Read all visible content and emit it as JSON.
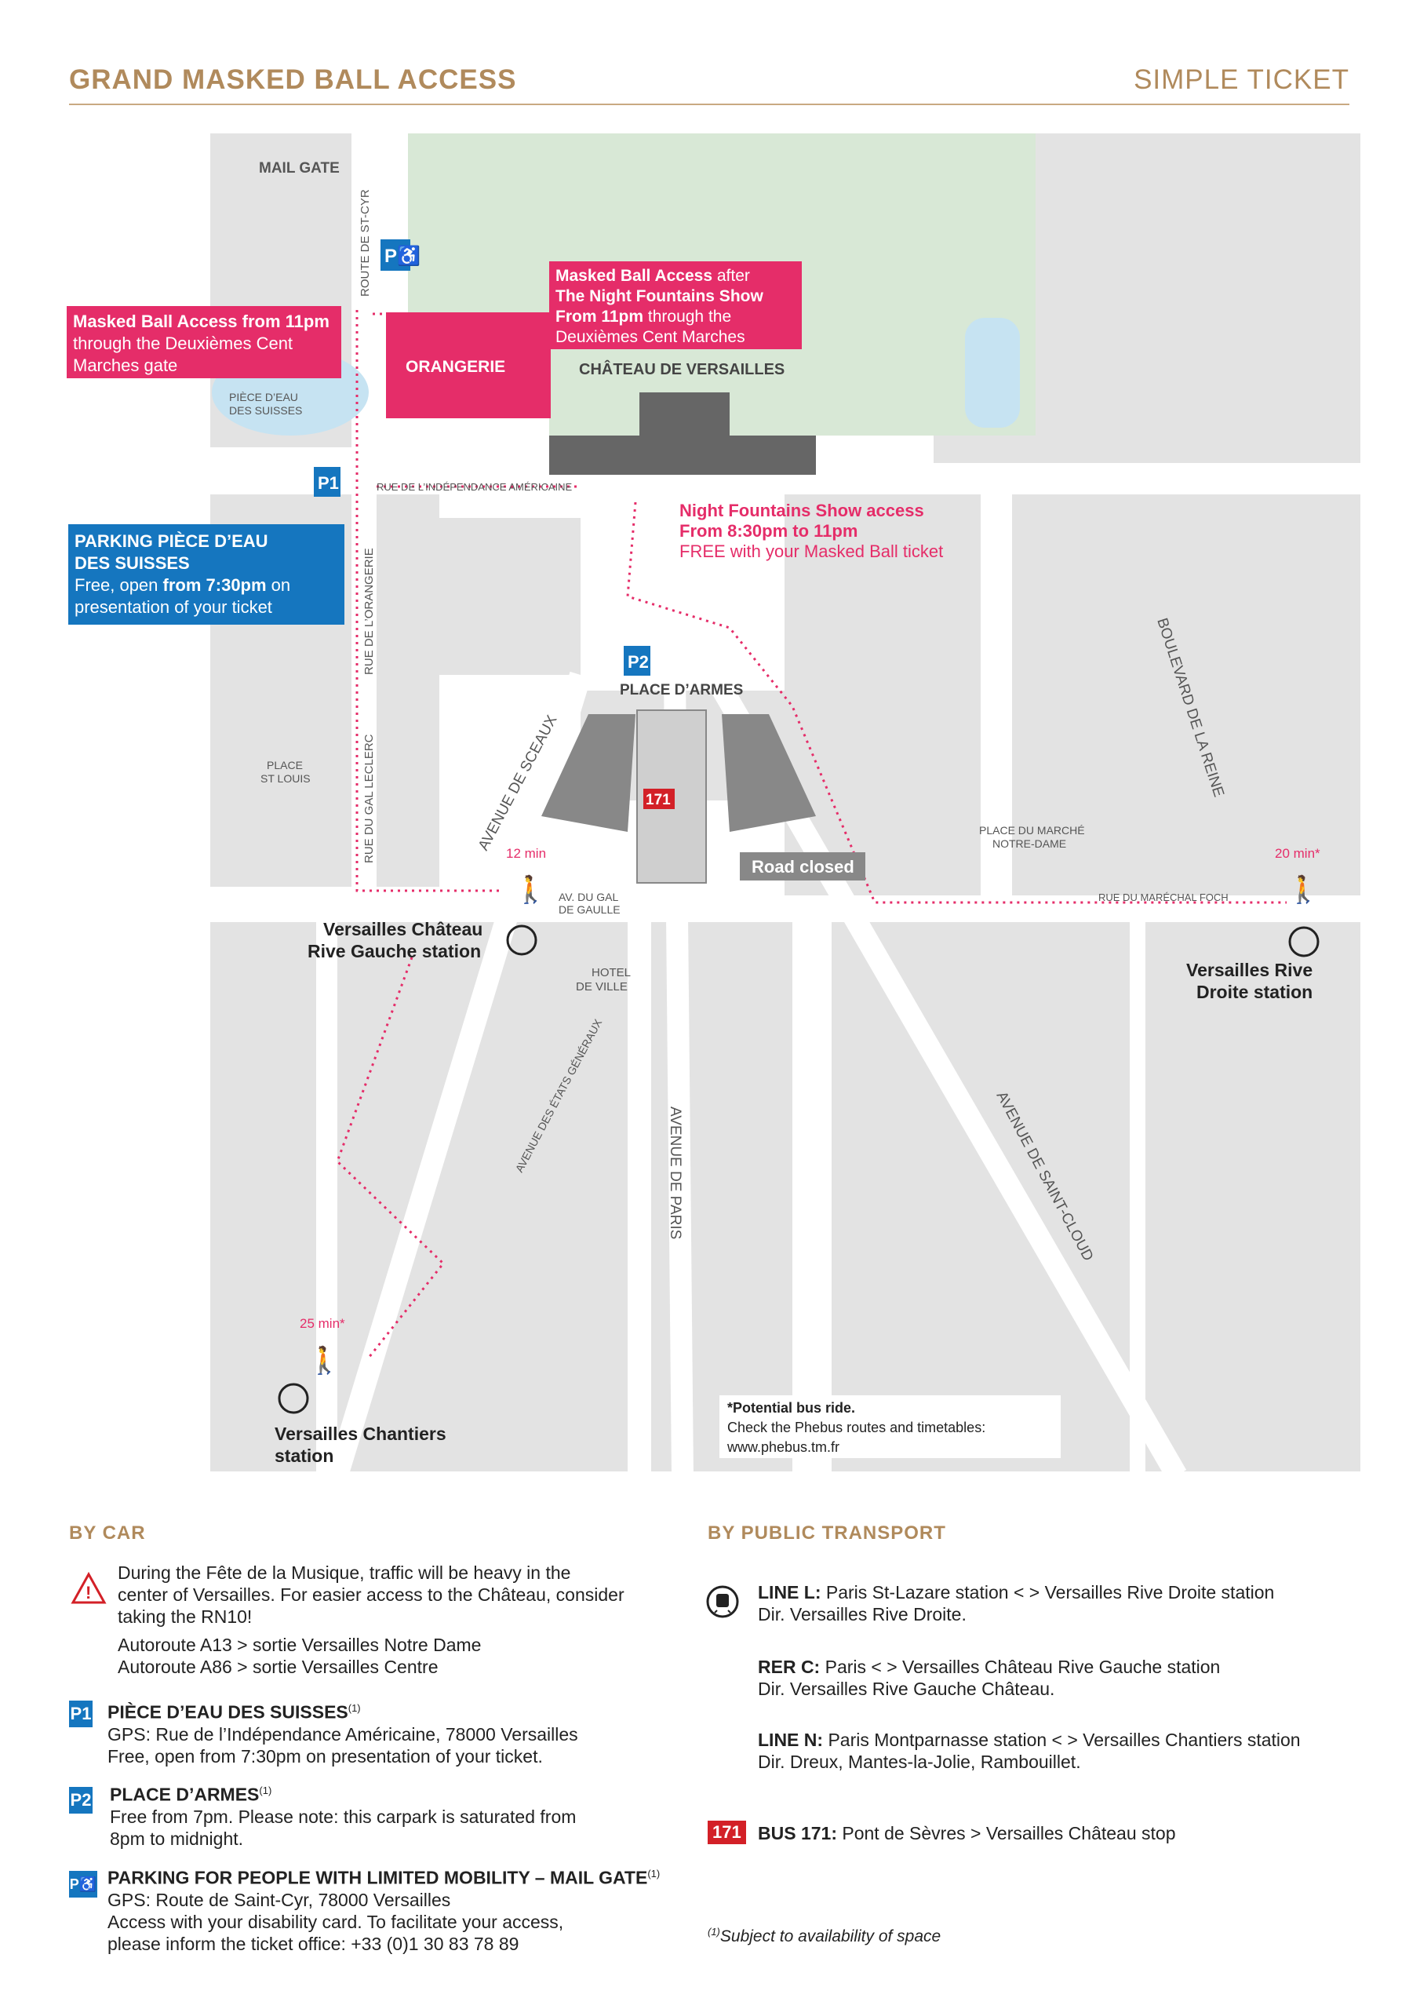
{
  "header": {
    "title": "GRAND MASKED BALL ACCESS",
    "ticket_type": "SIMPLE TICKET"
  },
  "map": {
    "labels": {
      "mail_gate": "MAIL GATE",
      "route_st_cyr": "ROUTE DE ST-CYR",
      "orangerie": "ORANGERIE",
      "chateau": "CHÂTEAU DE VERSAILLES",
      "piece_eau_1": "PIÈCE D’EAU",
      "piece_eau_2": "DES SUISSES",
      "rue_independance": "RUE DE L’INDÉPENDANCE AMÉRICAINE",
      "rue_orangerie": "RUE DE L’ORANGERIE",
      "rue_gal_leclerc": "RUE DU GAL LECLERC",
      "place_st_louis_1": "PLACE",
      "place_st_louis_2": "ST LOUIS",
      "place_armes": "PLACE D’ARMES",
      "avenue_sceaux": "AVENUE DE SCEAUX",
      "av_gal_gaulle_1": "AV. DU GAL",
      "av_gal_gaulle_2": "DE GAULLE",
      "hotel_ville_1": "HOTEL",
      "hotel_ville_2": "DE VILLE",
      "avenue_etats": "AVENUE DES ÉTATS GÉNÉRAUX",
      "avenue_paris": "AVENUE DE PARIS",
      "avenue_st_cloud": "AVENUE DE SAINT-CLOUD",
      "boulevard_reine": "BOULEVARD DE LA REINE",
      "place_marche_1": "PLACE DU MARCHÉ",
      "place_marche_2": "NOTRE-DAME",
      "rue_foch": "RUE DU MARÉCHAL FOCH",
      "road_closed": "Road closed",
      "time_12": "12 min",
      "time_20": "20 min*",
      "time_25": "25 min*",
      "station_rg_1": "Versailles Château",
      "station_rg_2": "Rive Gauche station",
      "station_rd_1": "Versailles Rive",
      "station_rd_2": "Droite station",
      "station_ch_1": "Versailles Chantiers",
      "station_ch_2": "station",
      "p1": "P1",
      "p2": "P2",
      "bus": "171"
    },
    "callouts": {
      "left_l1": "Masked Ball Access from 11pm",
      "left_l2": "through the Deuxièmes Cent",
      "left_l3": "Marches gate",
      "top_l1a": "Masked Ball Access",
      "top_l1b": " after",
      "top_l2": "The Night Fountains Show",
      "top_l3a": "From 11pm",
      "top_l3b": " through the",
      "top_l4": "Deuxièmes Cent Marches",
      "night_l1": "Night Fountains Show access",
      "night_l2": "From 8:30pm to 11pm",
      "night_l3": "FREE with your Masked Ball ticket",
      "parking_l1": "PARKING PIÈCE D’EAU",
      "parking_l2": "DES SUISSES",
      "parking_l3a": "Free, open ",
      "parking_l3b": "from 7:30pm",
      "parking_l3c": " on",
      "parking_l4": "presentation of your ticket"
    },
    "bus_note": {
      "l1": "*Potential bus ride.",
      "l2": "Check the Phebus routes and timetables:",
      "l3": "www.phebus.tm.fr"
    },
    "colors": {
      "green": "#d8e8d6",
      "block": "#e3e3e3",
      "pink": "#e52d69",
      "blue": "#1576bf",
      "building": "#666666",
      "water": "#c6e3f2"
    }
  },
  "by_car": {
    "title": "BY CAR",
    "warning_l1": "During the Fête de la Musique, traffic will be heavy in the",
    "warning_l2": "center of Versailles. For easier access to the Château, consider",
    "warning_l3": "taking the RN10!",
    "route_1": "Autoroute A13 > sortie Versailles Notre Dame",
    "route_2": "Autoroute A86 > sortie Versailles Centre",
    "p1_title": "PIÈCE D’EAU DES SUISSES",
    "p1_l1": "GPS: Rue de l’Indépendance Américaine, 78000 Versailles",
    "p1_l2": "Free, open from 7:30pm on presentation of your ticket.",
    "p2_title": "PLACE D’ARMES",
    "p2_l1": "Free from 7pm. Please note: this carpark is saturated from",
    "p2_l2": "8pm to midnight.",
    "pmr_title": "PARKING FOR PEOPLE WITH LIMITED MOBILITY – MAIL GATE",
    "pmr_l1": "GPS: Route de Saint-Cyr, 78000 Versailles",
    "pmr_l2": "Access with your disability card. To facilitate your access,",
    "pmr_l3": "please inform the ticket office: +33 (0)1 30 83 78 89",
    "footnote_mark": "(1)"
  },
  "by_public": {
    "title": "BY PUBLIC TRANSPORT",
    "line_l_label": "LINE L:",
    "line_l_route": " Paris St-Lazare station < > Versailles Rive Droite station",
    "line_l_dir": "Dir. Versailles Rive Droite.",
    "rer_c_label": "RER C:",
    "rer_c_route": " Paris < > Versailles Château Rive Gauche station",
    "rer_c_dir": "Dir. Versailles Rive Gauche Château.",
    "line_n_label": "LINE N:",
    "line_n_route": " Paris Montparnasse station < > Versailles Chantiers station",
    "line_n_dir": "Dir. Dreux, Mantes-la-Jolie, Rambouillet.",
    "bus_badge": "171",
    "bus_label": "BUS 171:",
    "bus_route": " Pont de Sèvres > Versailles Château stop",
    "footnote_mark": "(1)",
    "footnote": "Subject to availability of space"
  }
}
